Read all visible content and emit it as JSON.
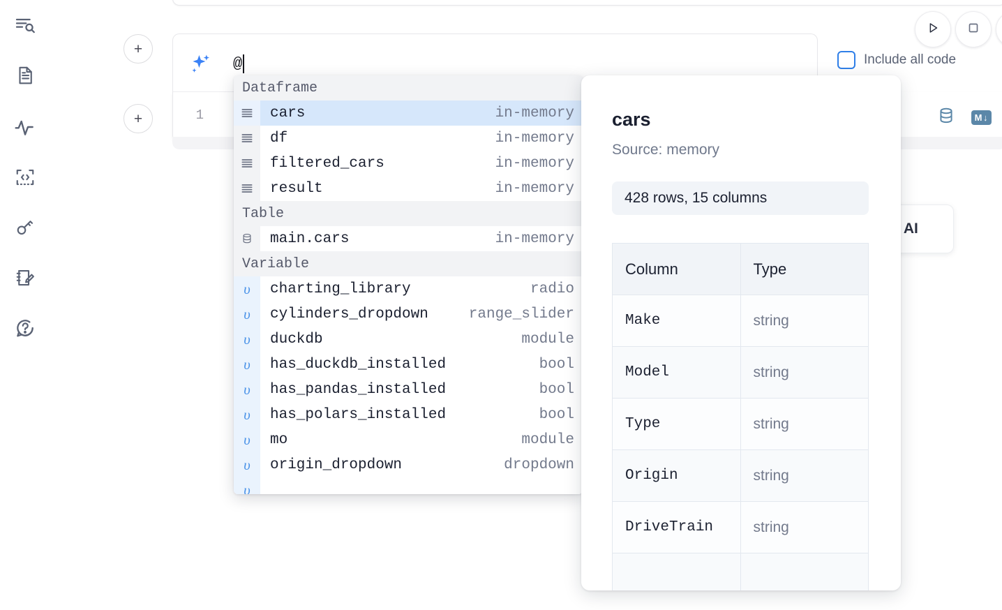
{
  "sidebar": {
    "items": [
      {
        "name": "explore-search-icon",
        "label": "Explore"
      },
      {
        "name": "notebook-file-icon",
        "label": "File"
      },
      {
        "name": "activity-pulse-icon",
        "label": "Activity"
      },
      {
        "name": "code-snippet-icon",
        "label": "Snippets"
      },
      {
        "name": "key-secrets-icon",
        "label": "Secrets"
      },
      {
        "name": "scratchpad-edit-icon",
        "label": "Scratchpad"
      },
      {
        "name": "help-chat-icon",
        "label": "Help"
      }
    ]
  },
  "toolbar": {
    "add_cell_label": "+",
    "run_label": "Run",
    "stop_label": "Stop",
    "include_all_code_label": "Include all code",
    "include_all_code_checked": false,
    "database_icon": "database-icon",
    "markdown_icon": "markdown-icon",
    "markdown_badge_text": "M",
    "markdown_badge_arrow": "↓"
  },
  "prompt": {
    "icon": "sparkle-ai-icon",
    "value": "@",
    "line_number": "1"
  },
  "ai_card": {
    "label": "h AI"
  },
  "autocomplete": {
    "groups": [
      {
        "title": "Dataframe",
        "icon": "dataframe-rows-icon",
        "items": [
          {
            "name": "cars",
            "type": "in-memory",
            "selected": true
          },
          {
            "name": "df",
            "type": "in-memory",
            "selected": false
          },
          {
            "name": "filtered_cars",
            "type": "in-memory",
            "selected": false
          },
          {
            "name": "result",
            "type": "in-memory",
            "selected": false
          }
        ]
      },
      {
        "title": "Table",
        "icon": "database-icon",
        "items": [
          {
            "name": "main.cars",
            "type": "in-memory",
            "selected": false
          }
        ]
      },
      {
        "title": "Variable",
        "icon": "variable-icon",
        "items": [
          {
            "name": "charting_library",
            "type": "radio",
            "selected": false
          },
          {
            "name": "cylinders_dropdown",
            "type": "range_slider",
            "selected": false
          },
          {
            "name": "duckdb",
            "type": "module",
            "selected": false
          },
          {
            "name": "has_duckdb_installed",
            "type": "bool",
            "selected": false
          },
          {
            "name": "has_pandas_installed",
            "type": "bool",
            "selected": false
          },
          {
            "name": "has_polars_installed",
            "type": "bool",
            "selected": false
          },
          {
            "name": "mo",
            "type": "module",
            "selected": false
          },
          {
            "name": "origin_dropdown",
            "type": "dropdown",
            "selected": false
          },
          {
            "name": "",
            "type": "",
            "selected": false
          }
        ]
      }
    ],
    "variable_glyph": "υ"
  },
  "info_panel": {
    "title": "cars",
    "source": "Source: memory",
    "shape": "428 rows, 15 columns",
    "columns_header": "Column",
    "type_header": "Type",
    "rows": [
      {
        "column": "Make",
        "type": "string"
      },
      {
        "column": "Model",
        "type": "string"
      },
      {
        "column": "Type",
        "type": "string"
      },
      {
        "column": "Origin",
        "type": "string"
      },
      {
        "column": "DriveTrain",
        "type": "string"
      },
      {
        "column": "",
        "type": ""
      }
    ]
  },
  "colors": {
    "accent_blue": "#3b82f6",
    "selection_blue": "#d6e7fb",
    "icon_steel": "#5b87a8",
    "checkbox_blue": "#2f7fe8",
    "text_dark": "#1b2030",
    "text_muted": "#737a8c"
  }
}
